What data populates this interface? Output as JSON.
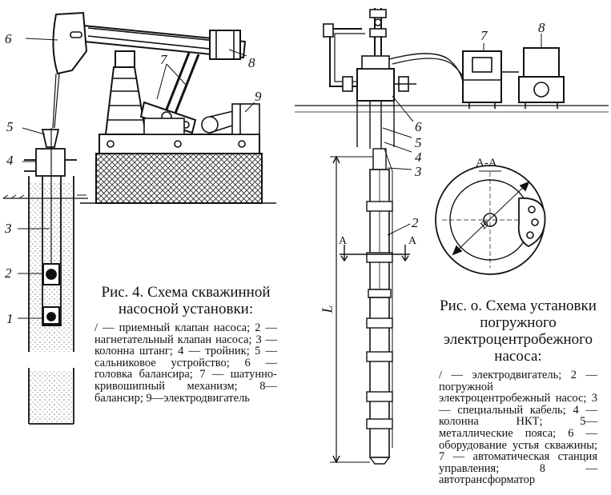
{
  "figure4": {
    "title": "Рис. 4. Схема скважинной насосной установки:",
    "legend": "/ — приемный клапан насоса; 2 — нагнетательный клапан насоса; 3 — колонна штанг; 4 — тройник; 5 — сальниковое устройство; 6 — головка балансира; 7 — шатунно-кривошипный механизм; 8—балансир; 9—электродвигатель",
    "callouts": [
      "1",
      "2",
      "3",
      "4",
      "5",
      "6",
      "7",
      "8",
      "9"
    ]
  },
  "figure5": {
    "title": "Рис. о. Схема установки погружного электроцентробежного насоса:",
    "legend": "/ — электродвигатель; 2 — погружной электроцентробежный насос; 3— специальный кабель; 4 — колонна НКТ; 5— металлические пояса; 6 — оборудование устья скважины; 7 — автоматическая станция управления; 8 — автотрансформатор",
    "callouts": [
      "2",
      "3",
      "4",
      "5",
      "6",
      "7",
      "8"
    ],
    "section_label": "А-А",
    "cut_letter": "А",
    "length_label": "L",
    "diameter_label": "D"
  }
}
